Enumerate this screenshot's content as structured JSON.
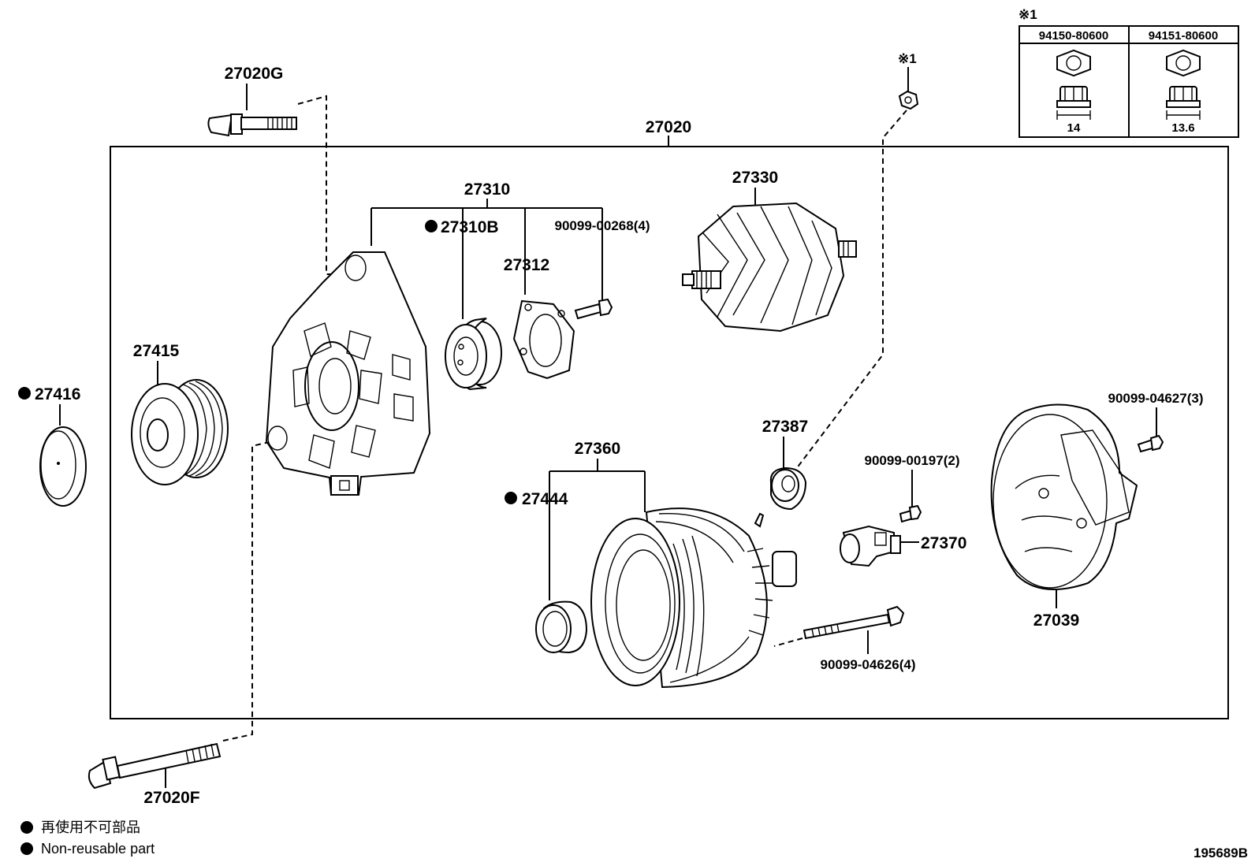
{
  "labels": {
    "assembly": "27020",
    "bolt_g": "27020G",
    "bolt_f": "27020F",
    "frame": "27310",
    "bearing": "27310B",
    "retainer": "27312",
    "screw_frame": "90099-00268(4)",
    "rotor": "27330",
    "pulley": "27415",
    "pulley_cap": "27416",
    "stator_frame": "27360",
    "ring": "27444",
    "holder": "27387",
    "screw_reg": "90099-00197(2)",
    "regulator": "27370",
    "screw_cover": "90099-04627(3)",
    "rear_cover": "27039",
    "through_bolt": "90099-04626(4)",
    "nut_ref": "※1"
  },
  "nut_table": {
    "mark": "※1",
    "col1_part": "94150-80600",
    "col1_size": "14",
    "col2_part": "94151-80600",
    "col2_size": "13.6"
  },
  "legend": {
    "japanese": "再使用不可部品",
    "english": "Non-reusable part"
  },
  "figure_id": "195689B"
}
